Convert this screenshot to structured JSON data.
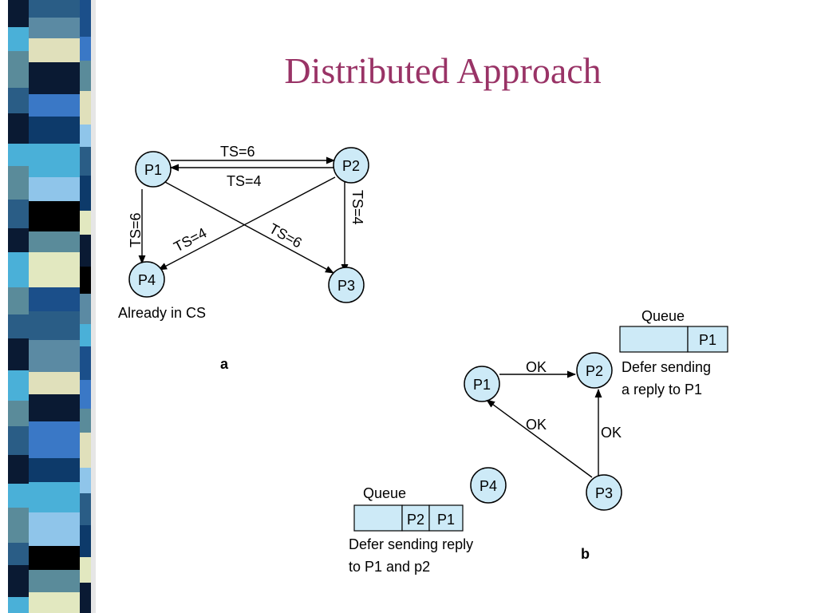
{
  "slide": {
    "title": "Distributed Approach",
    "stripe_colors": [
      "#2a5d86",
      "#5b8aa3",
      "#e0e0bb",
      "#0a1a33",
      "#3a78c6",
      "#0d3a6a",
      "#4ab0d8",
      "#8fc5ea",
      "#000000",
      "#5a8b9a",
      "#e2e8c0",
      "#1b4f8a"
    ]
  },
  "diagram_a": {
    "nodes": [
      {
        "id": "P1",
        "label": "P1"
      },
      {
        "id": "P2",
        "label": "P2"
      },
      {
        "id": "P3",
        "label": "P3"
      },
      {
        "id": "P4",
        "label": "P4"
      }
    ],
    "messages": [
      {
        "from": "P1",
        "to": "P2",
        "label": "TS=6"
      },
      {
        "from": "P2",
        "to": "P1",
        "label": "TS=4"
      },
      {
        "from": "P1",
        "to": "P4",
        "label": "TS=6"
      },
      {
        "from": "P2",
        "to": "P3",
        "label": "TS=4"
      },
      {
        "from": "P2",
        "to": "P4",
        "label": "TS=4"
      },
      {
        "from": "P1",
        "to": "P3",
        "label": "TS=6"
      }
    ],
    "note": "Already in CS",
    "caption": "a"
  },
  "diagram_b": {
    "nodes": [
      {
        "id": "P1",
        "label": "P1"
      },
      {
        "id": "P2",
        "label": "P2"
      },
      {
        "id": "P3",
        "label": "P3"
      },
      {
        "id": "P4",
        "label": "P4"
      }
    ],
    "messages": [
      {
        "from": "P1",
        "to": "P2",
        "label": "OK"
      },
      {
        "from": "P3",
        "to": "P1",
        "label": "OK"
      },
      {
        "from": "P3",
        "to": "P2",
        "label": "OK"
      }
    ],
    "queue_p2": {
      "title": "Queue",
      "items": [
        "",
        "P1"
      ],
      "note_line1": "Defer sending",
      "note_line2": "a reply to P1"
    },
    "queue_p1": {
      "title": "Queue",
      "items": [
        "",
        "P2",
        "P1"
      ],
      "note_line1": "Defer sending reply",
      "note_line2": "to P1 and p2"
    },
    "caption": "b"
  }
}
